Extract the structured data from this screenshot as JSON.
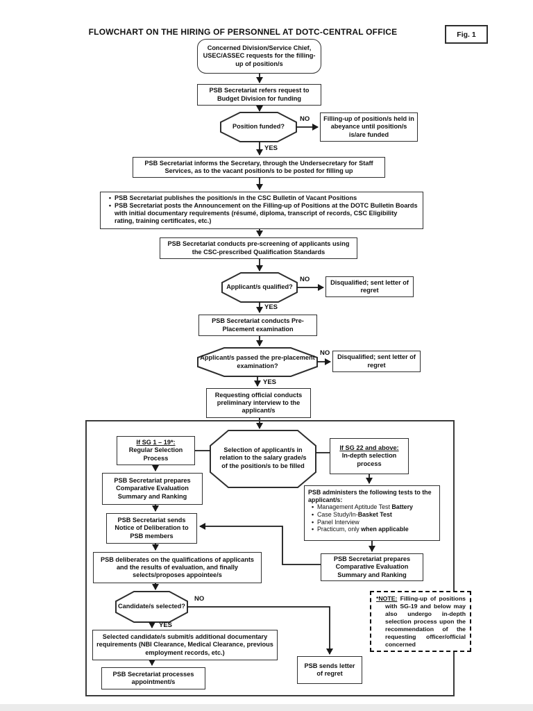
{
  "page": {
    "title": "FLOWCHART ON THE HIRING OF PERSONNEL AT DOTC-CENTRAL OFFICE",
    "fig_label": "Fig. 1"
  },
  "labels": {
    "yes": "YES",
    "no": "NO"
  },
  "nodes": {
    "start": "Concerned Division/Service Chief, USEC/ASSEC requests for the filling-up of position/s",
    "refer_budget": "PSB Secretariat refers request to Budget Division for funding",
    "funded_q": "Position funded?",
    "abeyance": "Filling-up of position/s held in abeyance until position/s is/are funded",
    "inform_secretary": "PSB Secretariat informs the Secretary, through the Undersecretary for Staff Services, as to the vacant position/s to be posted for filling up",
    "publish": {
      "items": [
        "PSB Secretariat publishes the position/s in the CSC Bulletin of Vacant Positions",
        "PSB Secretariat posts the Announcement on the Filling-up of Positions at the DOTC Bulletin Boards with initial documentary requirements (résumé, diploma, transcript of records, CSC Eligibility rating, training certificates, etc.)"
      ]
    },
    "prescreen": "PSB Secretariat conducts pre-screening of applicants using the CSC-prescribed Qualification Standards",
    "qualified_q": "Applicant/s qualified?",
    "disqualified": "Disqualified; sent letter of regret",
    "preplacement": "PSB Secretariat conducts Pre-Placement examination",
    "passed_q": "Applicant/s passed the pre-placement examination?",
    "interview": "Requesting official conducts preliminary interview to the applicant/s",
    "selection": "Selection of applicant/s in relation to the salary grade/s of the position/s to be filled",
    "sg119": {
      "heading": "If SG 1 – 19*:",
      "body": "Regular Selection Process"
    },
    "sg22": {
      "heading": "If SG 22 and above:",
      "body": "In-depth selection process"
    },
    "ces": "PSB Secretariat prepares Comparative Evaluation Summary and Ranking",
    "notice": "PSB Secretariat sends Notice of Deliberation to PSB members",
    "deliberate": "PSB deliberates on the qualifications of applicants and the results of evaluation, and finally selects/proposes appointee/s",
    "tests": {
      "intro": "PSB administers the following tests to the applicant/s:",
      "items": [
        {
          "pre": "Management Aptitude Test ",
          "bold": "Battery"
        },
        {
          "pre": "Case Study/In-",
          "bold": "Basket Test"
        },
        {
          "pre": "Panel Interview",
          "bold": ""
        },
        {
          "pre": "Practicum, only ",
          "bold": "when applicable"
        }
      ]
    },
    "selected_q": "Candidate/s selected?",
    "submit_docs": "Selected candidate/s submit/s additional documentary requirements (NBI Clearance, Medical Clearance, previous employment records, etc.)",
    "process_appointment": "PSB Secretariat processes appointment/s",
    "regret": "PSB sends letter of regret",
    "note": {
      "label": "*NOTE:",
      "text": " Filling-up of positions with SG-19 and below may also undergo in-depth selection process upon the recommendation of the requesting officer/official concerned"
    }
  }
}
